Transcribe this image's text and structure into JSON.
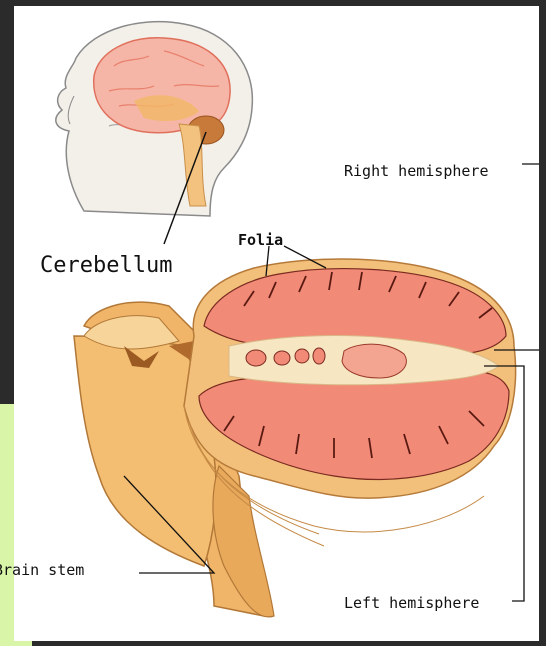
{
  "labels": {
    "cerebellum": "Cerebellum",
    "folia": "Folia",
    "right_hemisphere": "Right hemisphere",
    "left_hemisphere": "Left hemisphere",
    "brain_stem": "Brain stem"
  },
  "colors": {
    "background": "#2b2b2b",
    "panel": "#ffffff",
    "green_panel": "#d8f5a8",
    "tissue_orange": "#f2b866",
    "tissue_pink": "#f28a78",
    "white_matter": "#f7e6c2"
  }
}
